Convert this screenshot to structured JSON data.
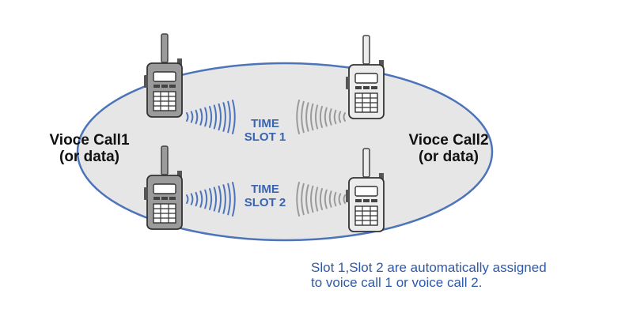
{
  "left_call": {
    "line1": "Vioce Call1",
    "line2": "(or data)"
  },
  "right_call": {
    "line1": "Vioce Call2",
    "line2": "(or data)"
  },
  "slot1": {
    "line1": "TIME",
    "line2": "SLOT 1"
  },
  "slot2": {
    "line1": "TIME",
    "line2": "SLOT 2"
  },
  "note": {
    "line1": "Slot 1,Slot 2 are automatically assigned",
    "line2": "to voice call 1 or voice call 2."
  },
  "colors": {
    "ellipse_fill": "#e6e6e6",
    "ellipse_stroke": "#4d74b8",
    "slot_text": "#3a63b0",
    "note_text": "#2f5aa8",
    "radio_left": "#9b9b9b",
    "radio_right": "#ececec",
    "wave_left": "#4d74b8",
    "wave_right": "#9a9a9a"
  },
  "icons": {
    "radio_left": "walkie-talkie-icon",
    "radio_right": "walkie-talkie-icon",
    "waves": "radio-wave-icon"
  }
}
